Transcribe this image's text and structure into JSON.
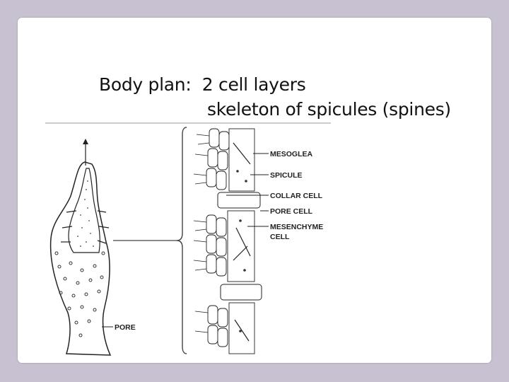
{
  "slide": {
    "title_line1": "Body plan:  2 cell layers",
    "title_line2": "skeleton of spicules (spines)"
  },
  "figure": {
    "body_label": "PORE",
    "labels": [
      "MESOGLEA",
      "SPICULE",
      "COLLAR CELL",
      "PORE CELL",
      "MESENCHYME",
      "CELL"
    ]
  },
  "colors": {
    "background": "#c7c1d1",
    "slide": "#ffffff",
    "ink": "#222222"
  }
}
